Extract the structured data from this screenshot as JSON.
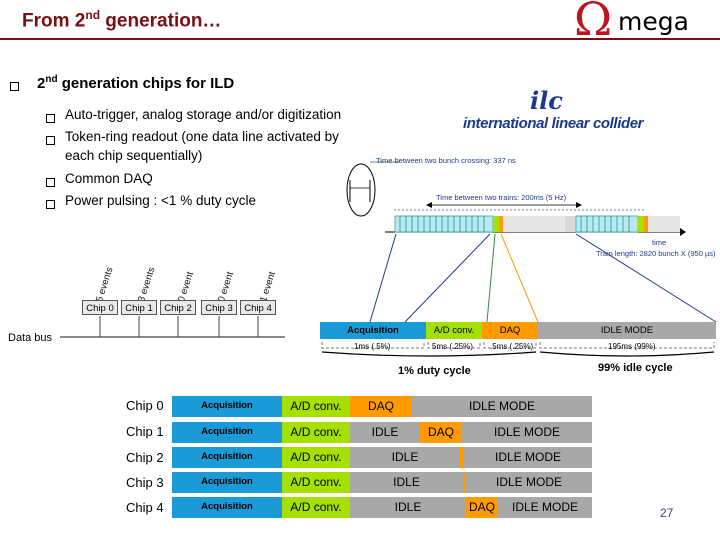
{
  "title": {
    "text": "From 2",
    "sup": "nd",
    "rest": " generation…"
  },
  "logo": {
    "symbol": "Ω",
    "text": "mega"
  },
  "bullets": {
    "main": {
      "text_pre": "2",
      "sup": "nd",
      "text_post": " generation chips for ILD"
    },
    "sub": [
      "Auto-trigger, analog storage and/or digitization",
      "Token-ring readout (one data line activated by",
      "each chip sequentially)",
      "Common DAQ",
      "Power pulsing : <1 % duty cycle"
    ]
  },
  "ilc": {
    "logo_mark": "ilc",
    "logo_text": "international linear collider",
    "ann_bunch": "Time between two bunch crossing: 337 ns",
    "ann_trains": "Time between two trains: 200ms (5 Hz)",
    "ann_train_length": "Train length: 2820 bunch X (950 µs)",
    "ann_time": "time"
  },
  "chips": {
    "labels": [
      "Chip 0",
      "Chip 1",
      "Chip 2",
      "Chip 3",
      "Chip 4"
    ],
    "events": [
      "5 events",
      "3 events",
      "0 event",
      "0 event",
      "1 event"
    ],
    "data_bus": "Data bus"
  },
  "duty": {
    "phases": [
      "Acquisition",
      "A/D conv.",
      "DAQ",
      "IDLE MODE"
    ],
    "times": [
      "1ms (.5%)",
      "5ms (.25%)",
      ".5ms (.25%)",
      "195ms (99%)"
    ],
    "caption_left": "1% duty cycle",
    "caption_right": "99% idle cycle"
  },
  "table": {
    "rows": [
      {
        "label": "Chip 0",
        "acq": "Acquisition",
        "ad": "A/D conv.",
        "c3": "DAQ",
        "c4": "IDLE MODE"
      },
      {
        "label": "Chip 1",
        "acq": "Acquisition",
        "ad": "A/D conv.",
        "c3": "IDLE",
        "c4": "DAQ",
        "c5": "IDLE MODE"
      },
      {
        "label": "Chip 2",
        "acq": "Acquisition",
        "ad": "A/D conv.",
        "c3": "IDLE",
        "c5": "IDLE MODE"
      },
      {
        "label": "Chip 3",
        "acq": "Acquisition",
        "ad": "A/D conv.",
        "c3": "IDLE",
        "c5": "IDLE MODE"
      },
      {
        "label": "Chip 4",
        "acq": "Acquisition",
        "ad": "A/D conv.",
        "c3": "IDLE",
        "c4": "DAQ",
        "c5": "IDLE MODE"
      }
    ]
  },
  "page_number": "27",
  "colors": {
    "title": "#7a0f12",
    "acquisition": "#1a9ad6",
    "ad_conv": "#a5e000",
    "daq": "#ff9a00",
    "idle": "#a8a8a8"
  }
}
